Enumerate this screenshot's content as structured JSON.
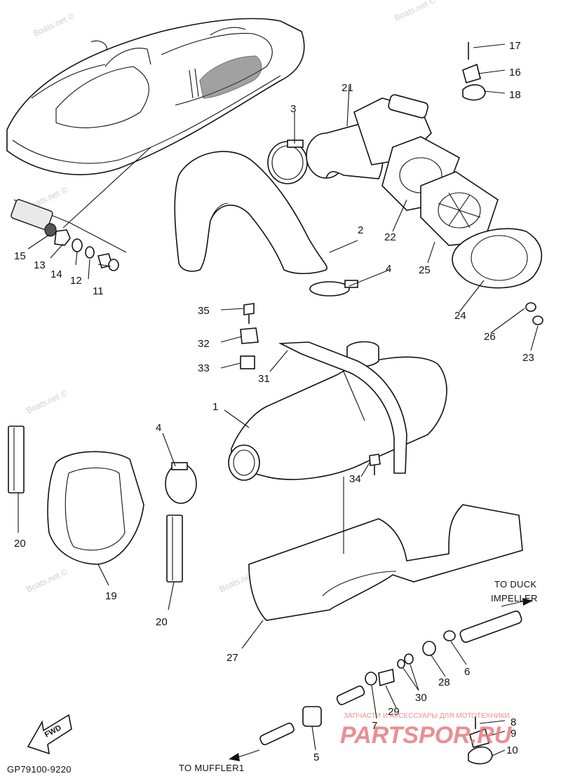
{
  "diagram": {
    "code": "GP79100-9220",
    "callouts": {
      "to_duck_impeller_line1": "TO DUCK",
      "to_duck_impeller_line2": "IMPELLER",
      "to_muffler": "TO MUFFLER1"
    },
    "fwd_label": "FWD",
    "watermark": "Boats.net ©",
    "brand": {
      "tagline": "ЗАПЧАСТИ И АКСЕССУАРЫ ДЛЯ МОТОТЕХНИКИ",
      "name": "PARTSPOR.RU"
    },
    "part_labels": {
      "p1": "1",
      "p2": "2",
      "p3": "3",
      "p4a": "4",
      "p4b": "4",
      "p5": "5",
      "p6": "6",
      "p7": "7",
      "p8": "8",
      "p9": "9",
      "p10": "10",
      "p11": "11",
      "p12": "12",
      "p13": "13",
      "p14": "14",
      "p15": "15",
      "p16": "16",
      "p17": "17",
      "p18": "18",
      "p19": "19",
      "p20a": "20",
      "p20b": "20",
      "p21": "21",
      "p22": "22",
      "p23": "23",
      "p24": "24",
      "p25": "25",
      "p26": "26",
      "p27": "27",
      "p28": "28",
      "p29": "29",
      "p30": "30",
      "p31": "31",
      "p32": "32",
      "p33": "33",
      "p34": "34",
      "p35": "35"
    }
  }
}
